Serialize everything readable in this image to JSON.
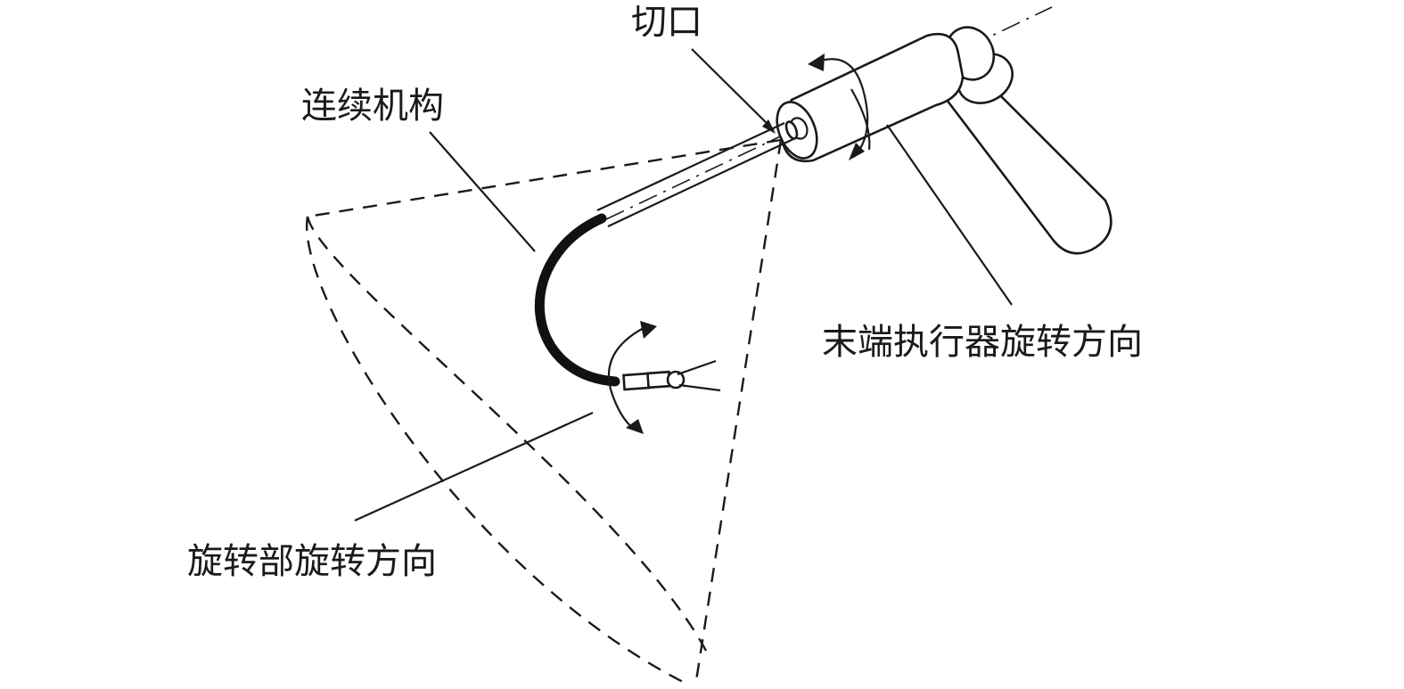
{
  "labels": {
    "incision": "切口",
    "continuum_mechanism": "连续机构",
    "end_effector_rotation": "末端执行器旋转方向",
    "rotating_part_rotation": "旋转部旋转方向"
  }
}
